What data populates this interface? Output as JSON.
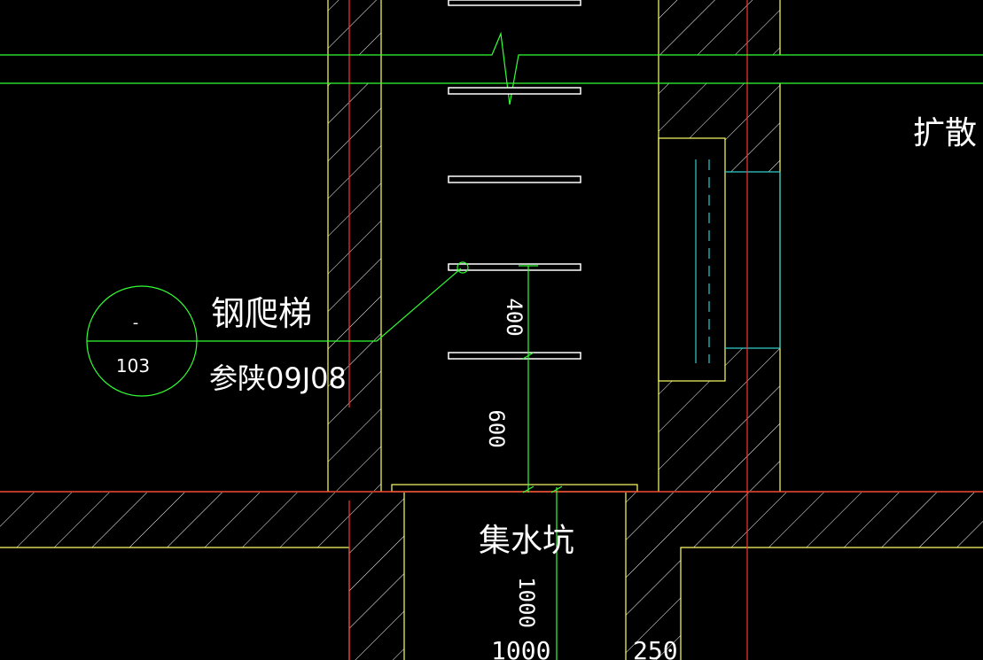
{
  "callout": {
    "top": "-",
    "bottom": "103"
  },
  "labels": {
    "steel_ladder": "钢爬梯",
    "reference": "参陕09J08",
    "diffusion": "扩散",
    "sump_pit": "集水坑"
  },
  "dims": {
    "d400": "400",
    "d600": "600",
    "d1000v": "1000",
    "d1000h": "1000",
    "d250": "250"
  },
  "colors": {
    "background": "#000000",
    "wall_outline": "#ffff66",
    "axis": "#ff3333",
    "dimension": "#33ff33",
    "window": "#33cccc",
    "text": "#ffffff"
  }
}
